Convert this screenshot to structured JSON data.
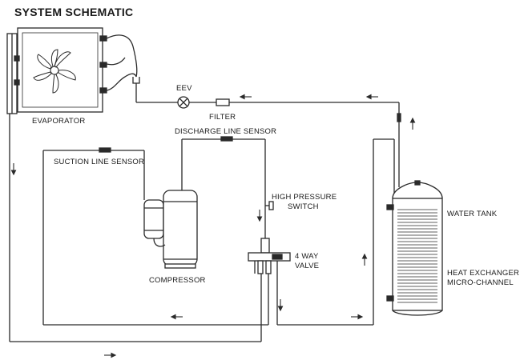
{
  "title": "SYSTEM SCHEMATIC",
  "labels": {
    "eev": "EEV",
    "filter": "FILTER",
    "evaporator": "EVAPORATOR",
    "discharge_sensor": "DISCHARGE LINE SENSOR",
    "suction_sensor": "SUCTION LINE SENSOR",
    "high_pressure_1": "HIGH PRESSURE",
    "high_pressure_2": "SWITCH",
    "water_tank": "WATER TANK",
    "four_way_1": "4 WAY",
    "four_way_2": "VALVE",
    "heat_exchanger_1": "HEAT EXCHANGER",
    "heat_exchanger_2": "MICRO-CHANNEL",
    "compressor": "COMPRESSOR"
  },
  "colors": {
    "line": "#2a2a2a",
    "background": "#ffffff"
  }
}
